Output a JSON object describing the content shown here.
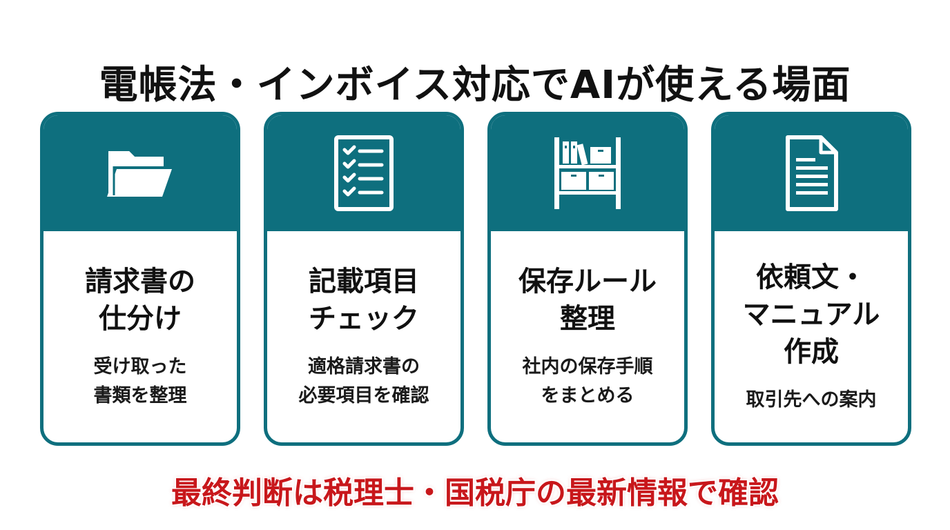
{
  "title": "電帳法・インボイス対応でAIが使える場面",
  "colors": {
    "teal": "#0e6f7e",
    "text": "#111111",
    "warning": "#c8171b"
  },
  "cards": [
    {
      "icon": "folder-icon",
      "title_lines": [
        "請求書の",
        "仕分け"
      ],
      "desc_lines": [
        "受け取った",
        "書類を整理"
      ]
    },
    {
      "icon": "checklist-icon",
      "title_lines": [
        "記載項目",
        "チェック"
      ],
      "desc_lines": [
        "適格請求書の",
        "必要項目を確認"
      ]
    },
    {
      "icon": "shelf-icon",
      "title_lines": [
        "保存ルール",
        "整理"
      ],
      "desc_lines": [
        "社内の保存手順",
        "をまとめる"
      ]
    },
    {
      "icon": "document-icon",
      "title_lines": [
        "依頼文・",
        "マニュアル",
        "作成"
      ],
      "desc_lines": [
        "取引先への案内"
      ]
    }
  ],
  "footer_note": "最終判断は税理士・国税庁の最新情報で確認"
}
